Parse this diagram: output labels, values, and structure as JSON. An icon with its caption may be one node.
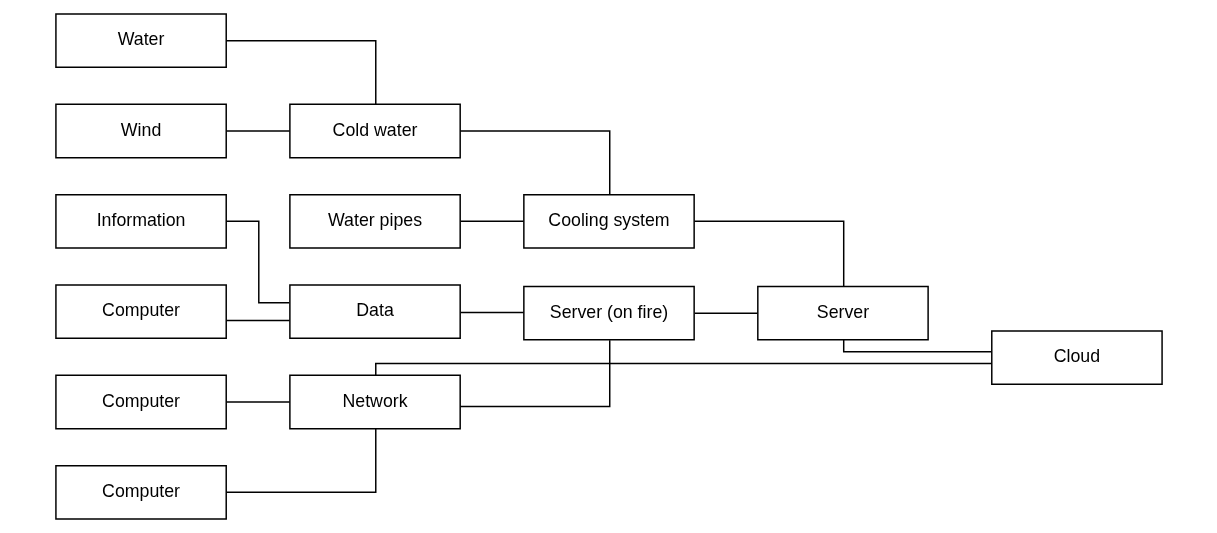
{
  "diagram": {
    "nodes": [
      {
        "text": [
          "Computer"
        ]
      },
      {
        "text": [
          "Computer"
        ]
      },
      {
        "text": [
          "Network"
        ]
      },
      {
        "text": [
          "Information"
        ]
      },
      {
        "text": [
          "Computer"
        ]
      },
      {
        "text": [
          "Data"
        ]
      },
      {
        "text": [
          "Server (on fire)"
        ]
      },
      {
        "text": [
          "Water pipes"
        ]
      },
      {
        "text": [
          "Water"
        ]
      },
      {
        "text": [
          "Wind"
        ]
      },
      {
        "text": [
          "Cold water"
        ]
      },
      {
        "text": [
          "Cooling system"
        ]
      },
      {
        "text": [
          "Server"
        ]
      },
      {
        "text": [
          "Cloud"
        ]
      }
    ],
    "edges": [
      {
        "from": 0,
        "to": 2,
        "arrow": "none"
      },
      {
        "from": 1,
        "to": 2,
        "arrow": "none"
      },
      {
        "from": 3,
        "to": 5,
        "arrow": "none"
      },
      {
        "from": 4,
        "to": 5,
        "arrow": "none"
      },
      {
        "from": 2,
        "to": 6,
        "arrow": "none"
      },
      {
        "from": 5,
        "to": 6,
        "arrow": "none"
      },
      {
        "from": 2,
        "to": 13,
        "arrow": "none"
      },
      {
        "from": 8,
        "to": 10,
        "arrow": "none"
      },
      {
        "from": 9,
        "to": 10,
        "arrow": "none"
      },
      {
        "from": 7,
        "to": 11,
        "arrow": "none"
      },
      {
        "from": 10,
        "to": 11,
        "arrow": "none"
      },
      {
        "from": 6,
        "to": 12,
        "arrow": "none"
      },
      {
        "from": 11,
        "to": 12,
        "arrow": "none"
      },
      {
        "from": 12,
        "to": 13,
        "arrow": "none"
      }
    ]
  }
}
